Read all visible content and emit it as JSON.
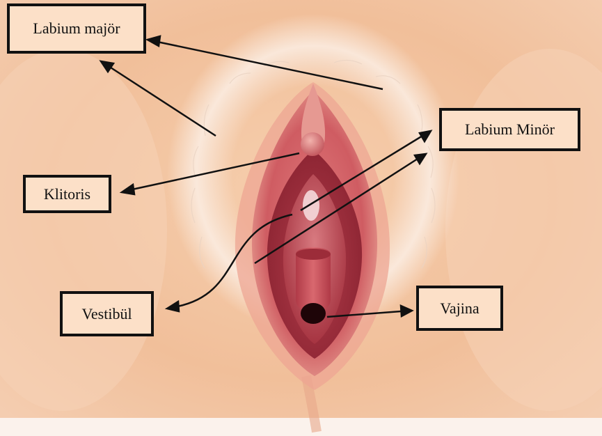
{
  "labels": {
    "labium_major": "Labium majör",
    "labium_minor": "Labium Minör",
    "klitoris": "Klitoris",
    "vestibul": "Vestibül",
    "vajina": "Vajina"
  },
  "colors": {
    "skin_background": "#f3c3a0",
    "skin_light": "#f8dcc4",
    "hair": "#fbeee4",
    "labia_outer": "#c9525a",
    "labia_inner": "#9c2f3c",
    "vestibule": "#b94350",
    "vaginal_opening": "#1e0508",
    "label_fill": "#fce0c8",
    "label_border": "#111111",
    "arrow": "#111111"
  }
}
